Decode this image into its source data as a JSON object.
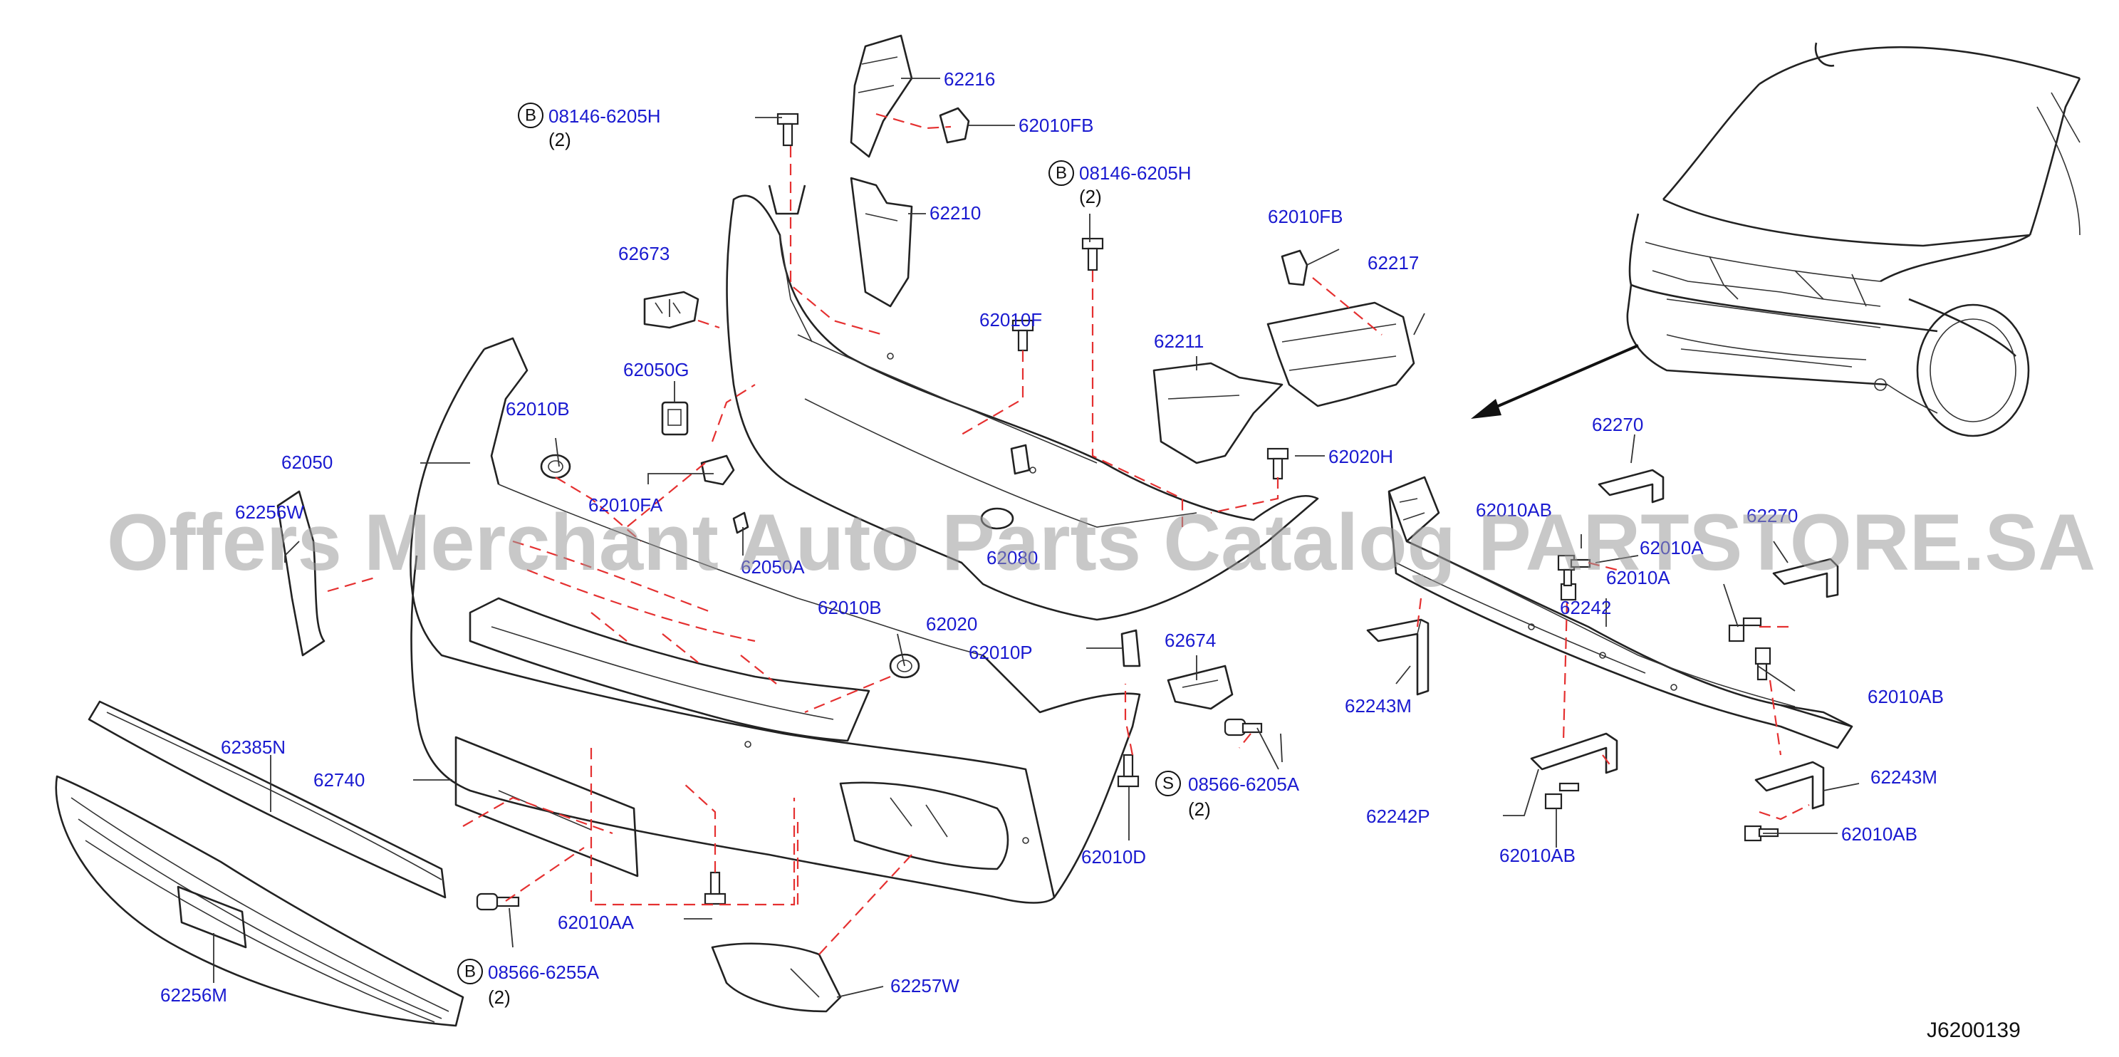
{
  "labels": {
    "l62216": "62216",
    "l62010FB_1": "62010FB",
    "b08146_1": "08146-6205H",
    "q_b1": "(2)",
    "l62210": "62210",
    "b08146_2": "08146-6205H",
    "q_b2": "(2)",
    "l62010FB_2": "62010FB",
    "l62217": "62217",
    "l62673": "62673",
    "l62010F": "62010F",
    "l62211": "62211",
    "l62050G": "62050G",
    "l62010B_1": "62010B",
    "l62050": "62050",
    "l62010FA": "62010FA",
    "l62020H": "62020H",
    "l62256W": "62256W",
    "l62050A": "62050A",
    "l62080": "62080",
    "l62020": "62020",
    "l62010B_2": "62010B",
    "l62010P": "62010P",
    "l62674": "62674",
    "l62385N": "62385N",
    "l62740": "62740",
    "s08566": "08566-6205A",
    "q_s": "(2)",
    "l62010D": "62010D",
    "l62010AA": "62010AA",
    "b08566": "08566-6255A",
    "q_b3": "(2)",
    "l62257W": "62257W",
    "l62256M": "62256M",
    "l62270_1": "62270",
    "l62010AB_1": "62010AB",
    "l62010A_1": "62010A",
    "l62270_2": "62270",
    "l62010A_2": "62010A",
    "l62242": "62242",
    "l62243M_1": "62243M",
    "l62010AB_2": "62010AB",
    "l62243M_2": "62243M",
    "l62242P": "62242P",
    "l62010AB_3": "62010AB",
    "l62010AB_4": "62010AB"
  },
  "markers": {
    "b": "B",
    "s": "S"
  },
  "diagram_code": "J6200139",
  "watermark": "Offers Merchant Auto Parts Catalog PARTSTORE.SA",
  "colors": {
    "label_blue": "#1a1ad0",
    "dash_red": "#e53030",
    "line": "#222222"
  }
}
